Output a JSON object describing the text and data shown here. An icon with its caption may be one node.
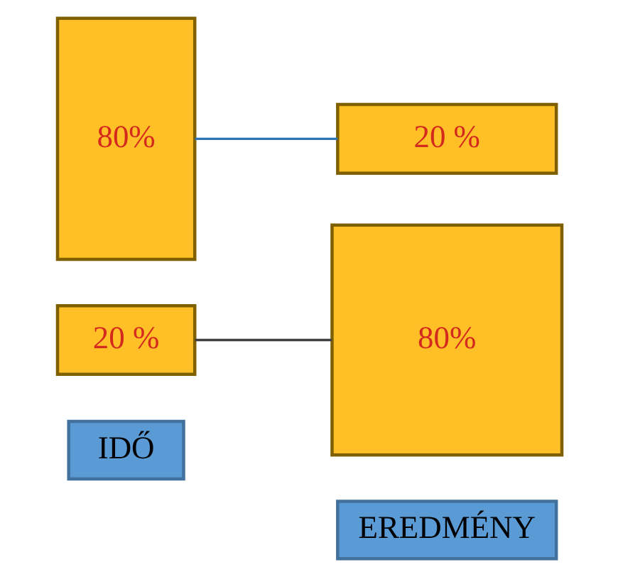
{
  "diagram": {
    "nodes": [
      {
        "text": [
          "IDŐ"
        ]
      },
      {
        "text": [
          "EREDMÉNY"
        ]
      },
      {
        "text": [
          "20 %"
        ]
      },
      {
        "text": [
          "80%"
        ]
      },
      {
        "text": [
          "80%"
        ]
      },
      {
        "text": [
          "20 %"
        ]
      }
    ],
    "edges": [
      {
        "from": 2,
        "to": 4,
        "arrow": "none",
        "color": "#404040"
      },
      {
        "from": 3,
        "to": 5,
        "arrow": "none",
        "color": "#2e75b6"
      }
    ]
  }
}
